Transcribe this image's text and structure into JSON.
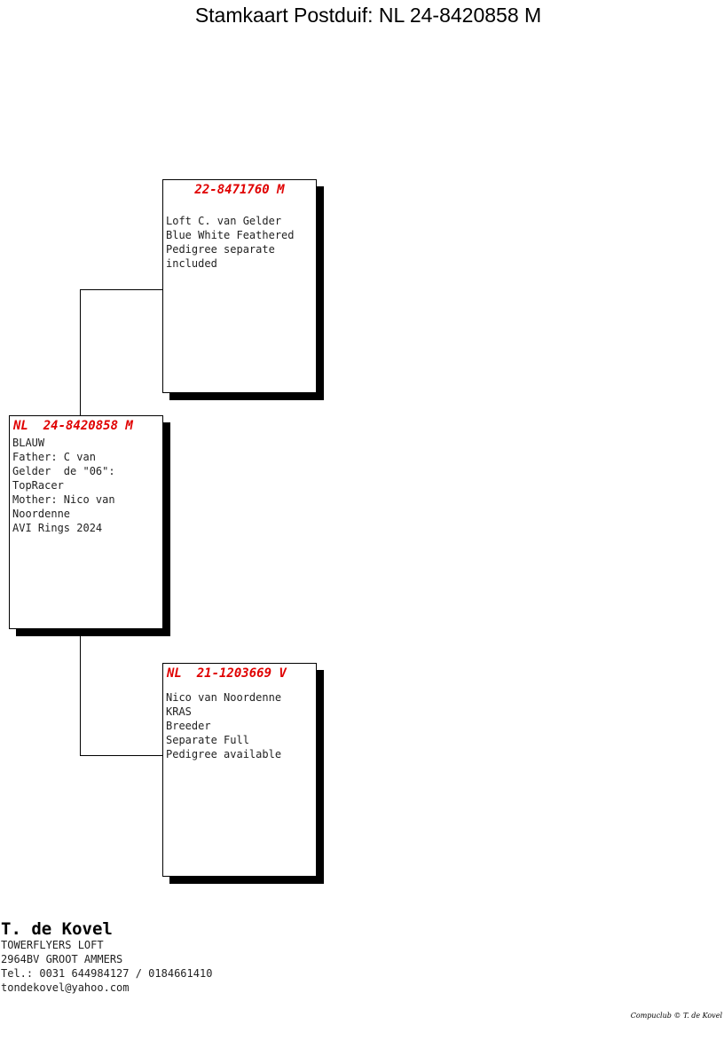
{
  "title": "Stamkaart Postduif: NL  24-8420858 M",
  "father": {
    "ring": "22-8471760 M",
    "lines": [
      "Loft C. van Gelder",
      "Blue White Feathered",
      "Pedigree separate",
      "included"
    ]
  },
  "subject": {
    "ring": "NL  24-8420858 M",
    "lines": [
      "",
      "",
      "BLAUW",
      "Father: C van",
      "Gelder  de \"06\":",
      "TopRacer",
      "Mother: Nico van",
      "Noordenne",
      "AVI Rings 2024"
    ]
  },
  "mother": {
    "ring": "NL  21-1203669 V",
    "lines": [
      "Nico van Noordenne",
      "KRAS",
      "Breeder",
      "Separate Full",
      "Pedigree available"
    ]
  },
  "footer": {
    "name": "T. de Kovel",
    "lines": [
      "TOWERFLYERS LOFT",
      "2964BV  GROOT AMMERS",
      "Tel.: 0031 644984127 / 0184661410",
      "tondekovel@yahoo.com"
    ]
  },
  "copyright": "Compuclub © T. de Kovel",
  "colors": {
    "ring": "#e00000"
  }
}
